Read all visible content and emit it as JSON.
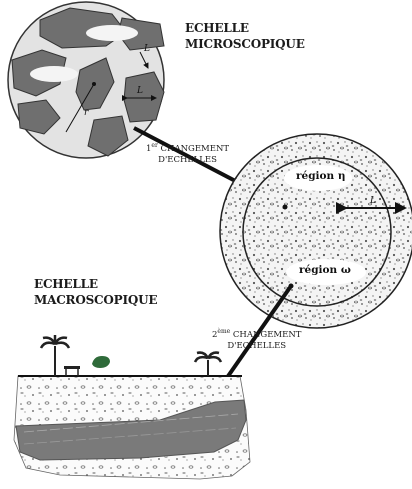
{
  "micro_title": [
    "ECHELLE",
    "MICROSCOPIQUE"
  ],
  "macro_title": [
    "ECHELLE",
    "MACROSCOPIQUE"
  ],
  "change_1": {
    "number": "1",
    "suffix": "er",
    "line1": " CHANGEMENT",
    "line2": "D'ECHELLES"
  },
  "change_2": {
    "number": "2",
    "suffix": "ème",
    "line1": " CHANGEMENT",
    "line2": "D'ECHELLES"
  },
  "regions": {
    "eta": "région η",
    "omega": "région ω"
  },
  "symbols": {
    "r": "r",
    "l": "L",
    "lr": "L",
    "l_eta": "L"
  },
  "colors": {
    "grain": "#6f6f6f",
    "grain_edge": "#333333",
    "pore": "#e6e6e6",
    "tunnel": "#7a7a7a",
    "ink": "#111111"
  }
}
